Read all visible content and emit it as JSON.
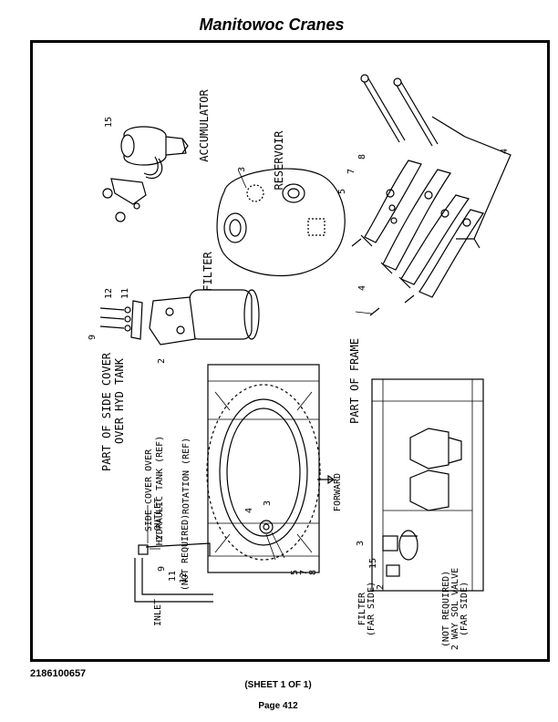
{
  "header": {
    "title": "Manitowoc Cranes"
  },
  "footer": {
    "code": "2186100657",
    "sheet": "(SHEET 1 OF 1)",
    "page": "Page 412"
  },
  "labels": {
    "accumulator": "ACCUMULATOR",
    "reservoir": "RESERVOIR",
    "filter": "FILTER",
    "part_side_cover_1": "PART OF SIDE COVER",
    "part_side_cover_2": "OVER HYD TANK",
    "part_of_frame": "PART OF FRAME",
    "side_cover_ref_1": "SIDE COVER OVER",
    "side_cover_ref_2": "HYDRAULIC TANK (REF)",
    "rotation_ref": "ROTATION (REF)",
    "forward": "FORWARD",
    "outlet": "OUTLET",
    "inlet": "INLET",
    "not_required": "(NOT REQUIRED)",
    "filter_far_side_1": "FILTER",
    "filter_far_side_2": "(FAR SIDE)",
    "sol_valve_1": "(NOT REQUIRED)",
    "sol_valve_2": "2 WAY SOL VALVE",
    "sol_valve_3": "(FAR SIDE)"
  },
  "callouts": {
    "n15a": "15",
    "n3a": "3",
    "n8": "8",
    "n7": "7",
    "n5a": "5",
    "n4a": "4",
    "n4b": "4",
    "n2a": "2",
    "n12a": "12",
    "n11a": "11",
    "n9a": "9",
    "n4c": "4",
    "n3b": "3",
    "n2b": "2",
    "n9b": "9",
    "n11b": "11",
    "n12b": "12",
    "n5b": "5",
    "n7b": "7",
    "n8b": "8",
    "n3c": "3",
    "n15b": "15",
    "n2c": "2"
  }
}
